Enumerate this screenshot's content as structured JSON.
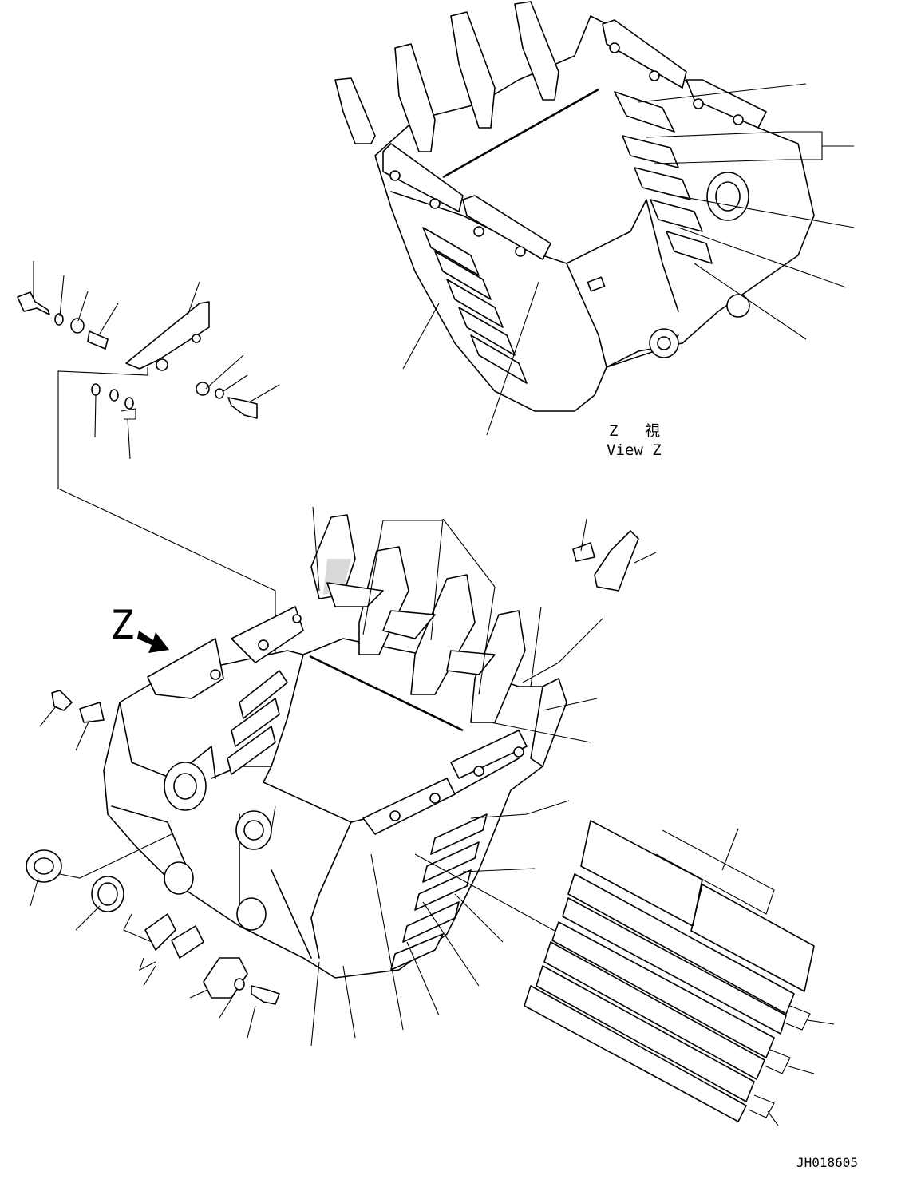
{
  "view_label": {
    "character": "Z",
    "kanji": "視",
    "english": "View Z"
  },
  "arrow_label": "Z",
  "drawing_number": "JH018605",
  "icons": [
    "bucket-assembly",
    "tooth-point",
    "side-cutter",
    "wear-plate",
    "pin",
    "bolt",
    "washer",
    "bushing",
    "shim",
    "hinge-pin-retainer"
  ]
}
